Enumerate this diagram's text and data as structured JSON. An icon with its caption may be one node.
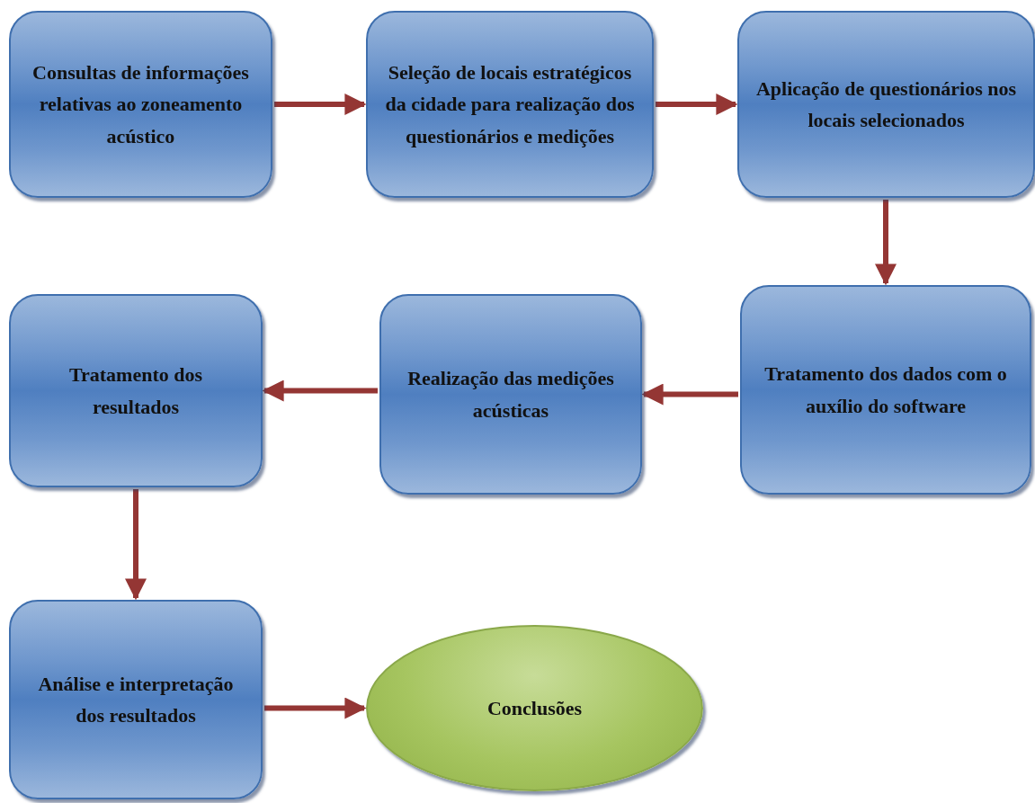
{
  "diagram": {
    "nodes": [
      {
        "text": [
          "Consultas de informações relativas ao zoneamento acústico"
        ]
      },
      {
        "text": [
          "Seleção de locais estratégicos da cidade para realização dos questionários e medições"
        ]
      },
      {
        "text": [
          "Aplicação de questionários nos locais selecionados"
        ]
      },
      {
        "text": [
          "Tratamento dos dados com o auxílio do software"
        ]
      },
      {
        "text": [
          "Realização das medições acústicas"
        ]
      },
      {
        "text": [
          "Tratamento dos resultados"
        ]
      },
      {
        "text": [
          "Análise e interpretação dos resultados"
        ]
      },
      {
        "text": [
          "Conclusões"
        ]
      }
    ],
    "edges": [
      {
        "from": 0,
        "to": 1,
        "arrow": "to"
      },
      {
        "from": 1,
        "to": 2,
        "arrow": "to"
      },
      {
        "from": 2,
        "to": 3,
        "arrow": "to"
      },
      {
        "from": 3,
        "to": 4,
        "arrow": "to"
      },
      {
        "from": 4,
        "to": 5,
        "arrow": "to"
      },
      {
        "from": 5,
        "to": 6,
        "arrow": "to"
      },
      {
        "from": 6,
        "to": 7,
        "arrow": "to"
      }
    ]
  }
}
